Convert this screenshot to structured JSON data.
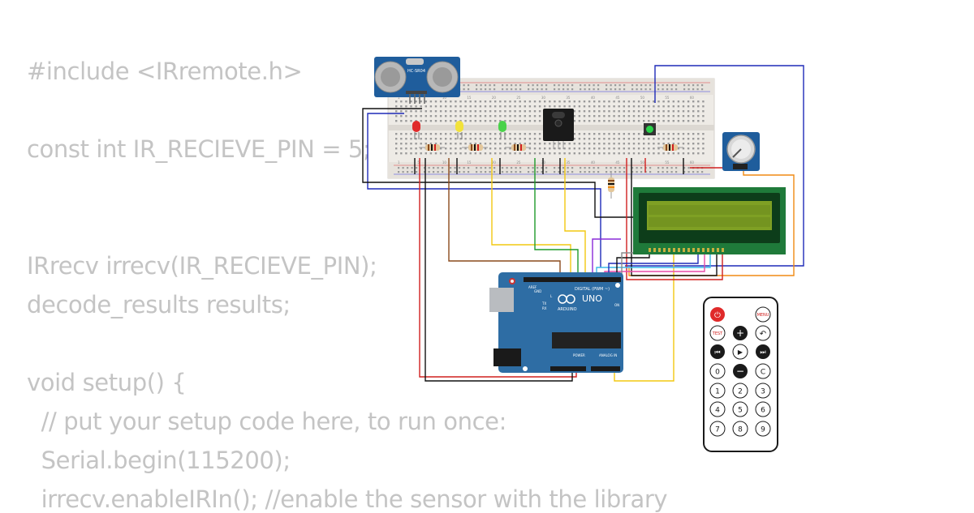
{
  "code_lines": [
    "#include <IRremote.h>",
    "const int IR_RECIEVE_PIN = 5;",
    "IRrecv irrecv(IR_RECIEVE_PIN);",
    "decode_results results;",
    "void setup() {",
    "  // put your setup code here, to run once:",
    "  Serial.begin(115200);",
    "  irrecv.enableIRIn(); //enable the sensor with the library"
  ],
  "ultrasonic": {
    "label": "HC-SR04"
  },
  "arduino": {
    "brand": "ARDUINO",
    "model": "UNO",
    "digital_label": "DIGITAL (PWM ~)",
    "power_label": "POWER",
    "analog_label": "ANALOG IN",
    "on_label": "ON",
    "tx_label": "TX",
    "rx_label": "RX",
    "l_label": "L",
    "aref_label": "AREF",
    "gnd_label": "GND"
  },
  "breadboard": {
    "col_numbers": [
      "1",
      "5",
      "10",
      "15",
      "20",
      "25",
      "30",
      "35",
      "40",
      "45",
      "50",
      "55",
      "60"
    ]
  },
  "remote": {
    "menu": "MENU",
    "test": "TEST",
    "keys": [
      "0",
      "C",
      "1",
      "2",
      "3",
      "4",
      "5",
      "6",
      "7",
      "8",
      "9"
    ],
    "symbols": {
      "plus": "+",
      "back": "↶",
      "prev": "⏮",
      "play": "▶",
      "next": "⏭",
      "minus": "−",
      "power": "⏻"
    }
  },
  "colors": {
    "code_text": "#c4c4c4",
    "arduino_board": "#2e6da4",
    "breadboard": "#eeebe6",
    "lcd_board": "#1f7a3a",
    "lcd_screen": "#7fa024",
    "wire_red": "#d0201f",
    "wire_blue": "#1e2ab8",
    "wire_yellow": "#f2c811",
    "wire_green": "#1f9a2a",
    "wire_orange": "#f08a14",
    "wire_brown": "#8a4a1c",
    "wire_purple": "#8a2ad8",
    "wire_black": "#111111"
  }
}
